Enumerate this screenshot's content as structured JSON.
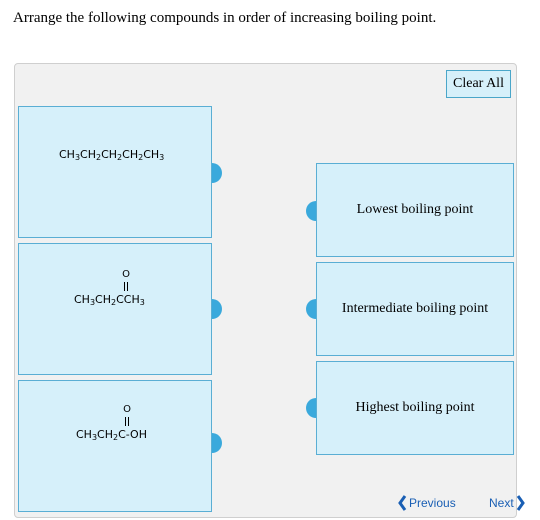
{
  "question": "Arrange the following compounds in order of increasing boiling point.",
  "clear_all": "Clear All",
  "compounds": [
    {
      "pre": "CH",
      "s1": "3",
      "m1": "CH",
      "s2": "2",
      "m2": "CH",
      "s3": "2",
      "m3": "CH",
      "s4": "2",
      "m4": "CH",
      "s5": "3"
    },
    {
      "pre": "CH",
      "s1": "3",
      "m1": "CH",
      "s2": "2",
      "m2": "CCH",
      "s3": "3",
      "oxygen": "O"
    },
    {
      "pre": "CH",
      "s1": "3",
      "m1": "CH",
      "s2": "2",
      "m2": "C-OH",
      "oxygen": "O"
    }
  ],
  "targets": [
    "Lowest boiling point",
    "Intermediate boiling point",
    "Highest boiling point"
  ],
  "nav": {
    "previous": "Previous",
    "next": "Next"
  },
  "colors": {
    "card_bg": "#d6f0fa",
    "card_border": "#5aaed4",
    "tab": "#3aa9dc",
    "nav_link": "#1a5fb4"
  }
}
